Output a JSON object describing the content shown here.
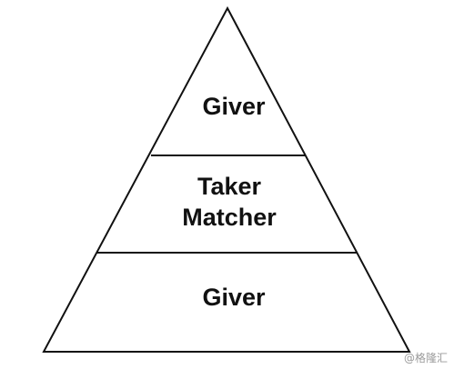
{
  "diagram": {
    "tiers": [
      {
        "lines": [
          "Giver"
        ]
      },
      {
        "lines": [
          "Taker",
          "Matcher"
        ]
      },
      {
        "lines": [
          "Giver"
        ]
      }
    ],
    "watermark": "@格隆汇"
  },
  "colors": {
    "stroke": "#111111",
    "text": "#111111",
    "background": "#ffffff",
    "watermark": "#9a9a9a"
  }
}
